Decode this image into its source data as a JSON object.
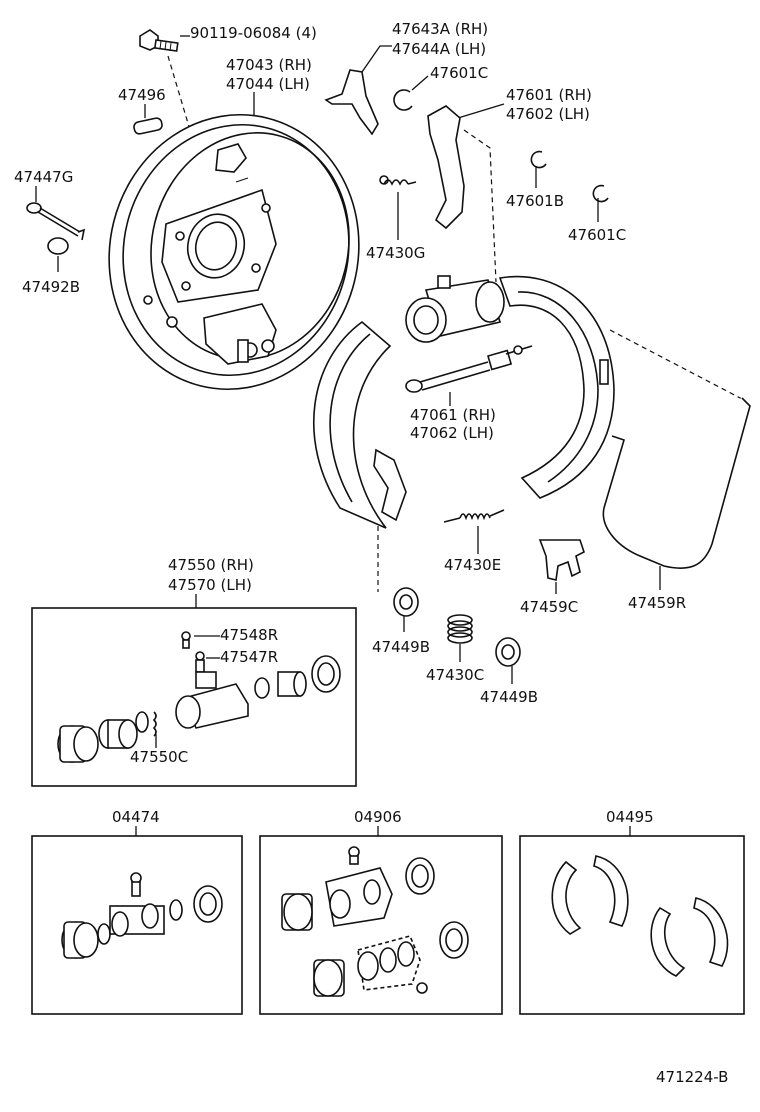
{
  "labels": {
    "bolt": "90119-06084 (4)",
    "plug": "47496",
    "backing_plate_rh": "47043 (RH)",
    "backing_plate_lh": "47044 (LH)",
    "bracket_rh": "47643A (RH)",
    "bracket_lh": "47644A (LH)",
    "clip_top": "47601C",
    "lever_rh": "47601 (RH)",
    "lever_lh": "47602 (LH)",
    "pin": "47447G",
    "pin_cup": "47492B",
    "spring_small": "47430G",
    "clip_b": "47601B",
    "clip_c": "47601C",
    "adjuster_rh": "47061 (RH)",
    "adjuster_lh": "47062 (LH)",
    "spring_lower": "47430E",
    "wheel_cyl_rh": "47550 (RH)",
    "wheel_cyl_lh": "47570 (LH)",
    "cap": "47548R",
    "bleeder": "47547R",
    "cyl_spring": "47550C",
    "retainer_left": "47449B",
    "hold_spring": "47430C",
    "retainer_right": "47449B",
    "clip_plate": "47459C",
    "return_cable": "47459R",
    "kit_a": "04474",
    "kit_b": "04906",
    "kit_c": "04495",
    "figure_id": "471224-B"
  }
}
